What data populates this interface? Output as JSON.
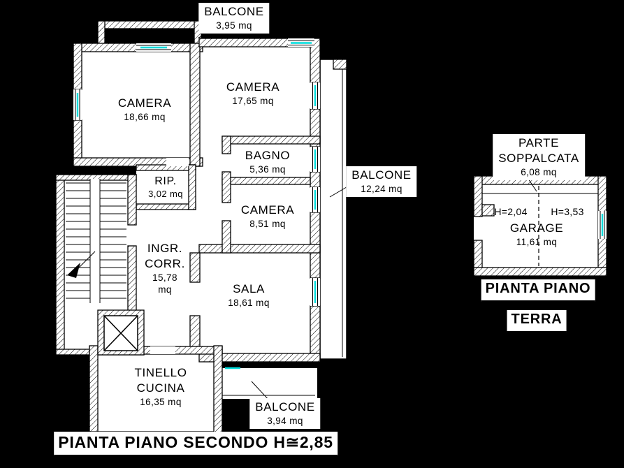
{
  "colors": {
    "background": "#000000",
    "paper": "#ffffff",
    "line": "#000000",
    "window_tick": "#00dddd"
  },
  "main_plan": {
    "caption": "PIANTA PIANO SECONDO H≅2,85",
    "rooms": {
      "balcone_top": {
        "name": "BALCONE",
        "area": "3,95 mq"
      },
      "camera1": {
        "name": "CAMERA",
        "area": "18,66 mq"
      },
      "camera2": {
        "name": "CAMERA",
        "area": "17,65 mq"
      },
      "bagno": {
        "name": "BAGNO",
        "area": "5,36 mq"
      },
      "balcone_right": {
        "name": "BALCONE",
        "area": "12,24 mq"
      },
      "rip": {
        "name": "RIP.",
        "area": "3,02 mq"
      },
      "camera3": {
        "name": "CAMERA",
        "area": "8,51 mq"
      },
      "ingresso": {
        "line1": "INGR.",
        "line2": "CORR.",
        "line3": "15,78",
        "line4": "mq"
      },
      "sala": {
        "name": "SALA",
        "area": "18,61 mq"
      },
      "tinello": {
        "line1": "TINELLO",
        "line2": "CUCINA",
        "area": "16,35 mq"
      },
      "balcone_bottom": {
        "name": "BALCONE",
        "area": "3,94 mq"
      }
    }
  },
  "garage_plan": {
    "caption_line1": "PIANTA PIANO",
    "caption_line2": "TERRA",
    "soppalco": {
      "line1": "PARTE",
      "line2": "SOPPALCATA",
      "area": "6,08 mq"
    },
    "heights": {
      "left": "H=2,04",
      "right": "H=3,53"
    },
    "garage": {
      "name": "GARAGE",
      "area": "11,61 mq"
    }
  }
}
